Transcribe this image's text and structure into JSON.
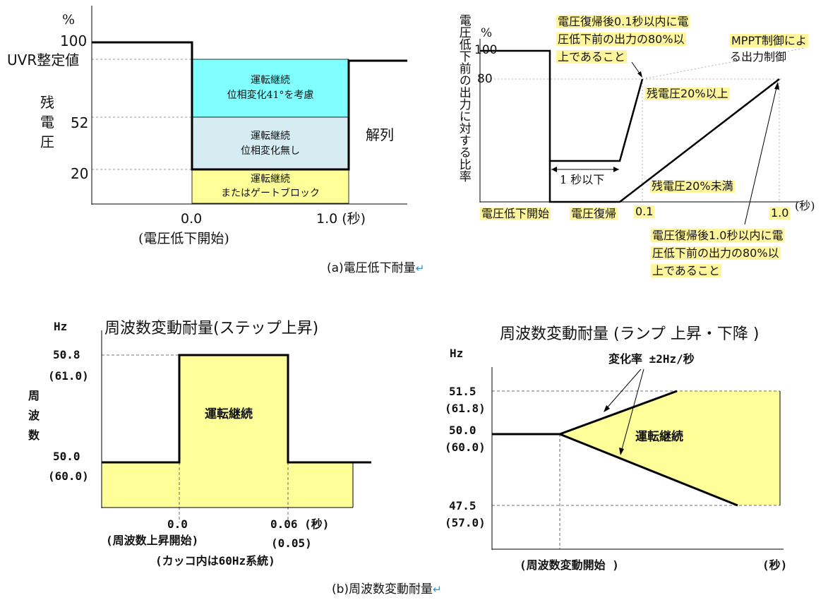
{
  "panel_a": {
    "caption": "(a)電圧低下耐量",
    "left": {
      "y_unit": "%",
      "y100": "100",
      "y_uvr": "UVR整定値",
      "y52": "52",
      "y20": "20",
      "y_label_chars": [
        "残",
        "電",
        "圧"
      ],
      "box1_line1": "運転継続",
      "box1_line2": "位相変化41°を考慮",
      "box2_line1": "運転継続",
      "box2_line2": "位相変化無し",
      "box3_line1": "運転継続",
      "box3_line2": "またはゲートブロック",
      "trip_label": "解列",
      "x0": "0.0",
      "x0_note": "(電圧低下開始)",
      "x1": "1.0 (秒)"
    },
    "right": {
      "y_label": "電圧低下前の出力に対する比率",
      "y_unit": "%",
      "y100": "100",
      "y80": "80",
      "note_top": "電圧復帰後0.1秒以内に電圧低下前の出力の80%以上であること",
      "note_top_l1": "電圧復帰後0.1秒以内に電",
      "note_top_l2": "圧低下前の出力の80%以",
      "note_top_l3": "上であること",
      "mppt_l1": "MPPT制御によ",
      "mppt_l2": "る出力制御",
      "resid_hi": "残電圧20%以上",
      "resid_lo": "残電圧20%未満",
      "under1s": "1 秒以下",
      "x_start": "電圧低下開始",
      "x_recover": "電圧復帰",
      "x01": "0.1",
      "x10": "1.0",
      "x_unit": "(秒)",
      "note_bottom_l1": "電圧復帰後1.0秒以内に電",
      "note_bottom_l2": "圧低下前の出力の80%以",
      "note_bottom_l3": "上であること"
    }
  },
  "panel_b": {
    "caption": "(b)周波数変動耐量",
    "left": {
      "title": "周波数変動耐量(ステップ上昇)",
      "y_unit": "Hz",
      "y_high": "50.8",
      "y_high_60": "(61.0)",
      "y_base": "50.0",
      "y_base_60": "(60.0)",
      "y_label_chars": [
        "周",
        "波",
        "数"
      ],
      "region": "運転継続",
      "x0": "0.0",
      "x0_note": "(周波数上昇開始)",
      "x1": "0.06 (秒)",
      "x1_60": "(0.05)",
      "footnote": "(カッコ内は60Hz系統)"
    },
    "right": {
      "title": "周波数変動耐量 (ランプ 上昇・下降 )",
      "y_unit": "Hz",
      "y_high": "51.5",
      "y_high_60": "(61.8)",
      "y_base": "50.0",
      "y_base_60": "(60.0)",
      "y_low": "47.5",
      "y_low_60": "(57.0)",
      "rate": "変化率 ±2Hz/秒",
      "region": "運転継続",
      "x_start": "(周波数変動開始 )",
      "x_unit": "(秒)"
    }
  },
  "colors": {
    "fill_yellow": "#ffff99",
    "fill_cyan": "#7fffff",
    "fill_lightblue": "#d5ecf3",
    "highlight": "#fff59d",
    "line": "#000000",
    "return_mark": "#2a8fd6"
  }
}
